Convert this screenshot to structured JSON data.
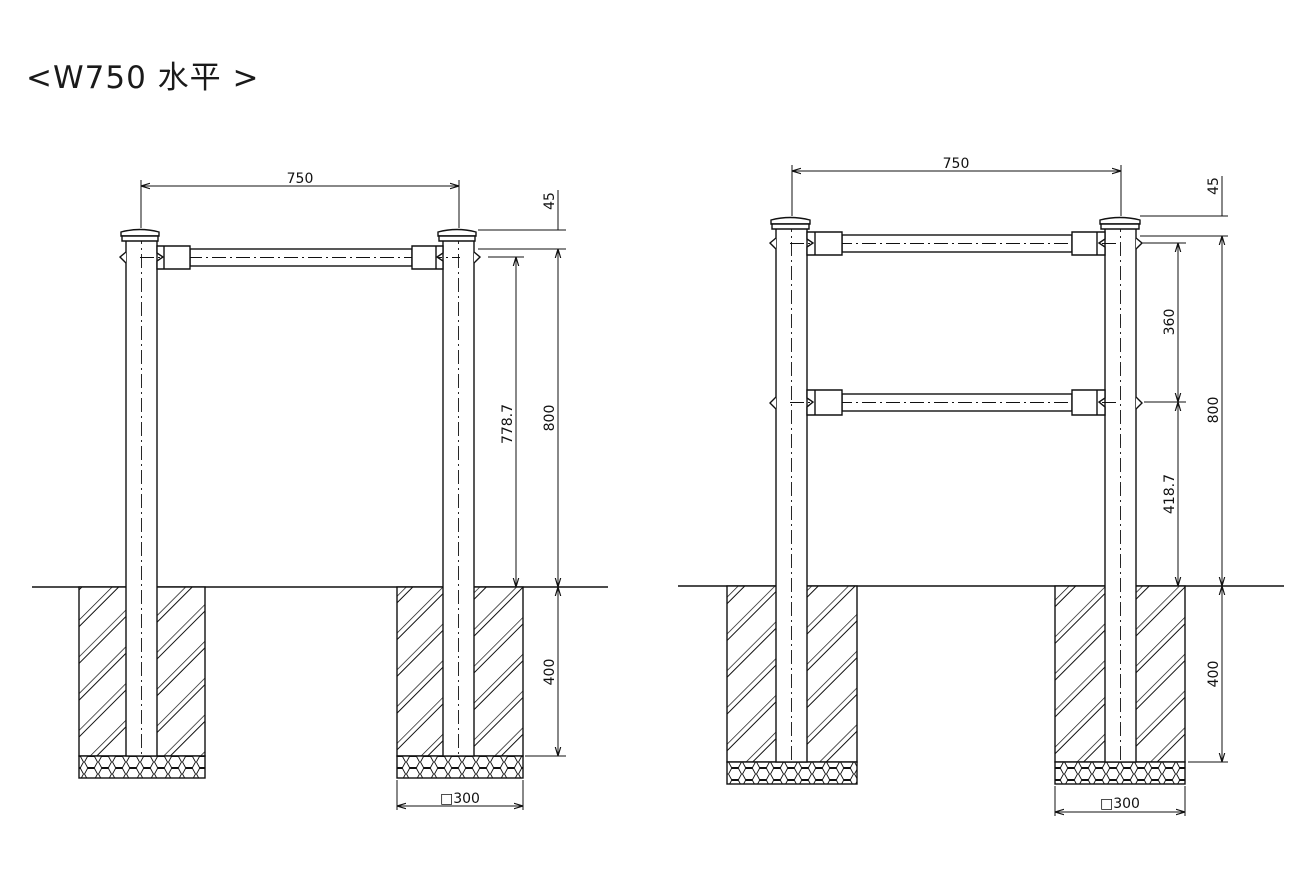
{
  "title": "<W750 水平 >",
  "colors": {
    "line": "#111111",
    "background": "#ffffff"
  },
  "left_view": {
    "dims": {
      "width": "750",
      "top": "45",
      "height": "800",
      "rail_to_ground": "778.7",
      "embed": "400",
      "footing": "□300"
    }
  },
  "right_view": {
    "dims": {
      "width": "750",
      "top": "45",
      "height": "800",
      "rail_spacing": "360",
      "lower_rail": "418.7",
      "embed": "400",
      "footing": "□300"
    }
  }
}
